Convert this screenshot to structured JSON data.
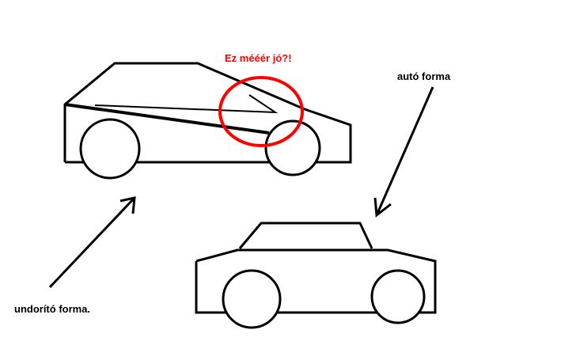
{
  "annotations": {
    "question": "Ez mééér jó?!",
    "car_shape": "autó forma",
    "ugly_shape": "undorító forma."
  },
  "colors": {
    "stroke": "#000000",
    "highlight": "#ff0000"
  }
}
